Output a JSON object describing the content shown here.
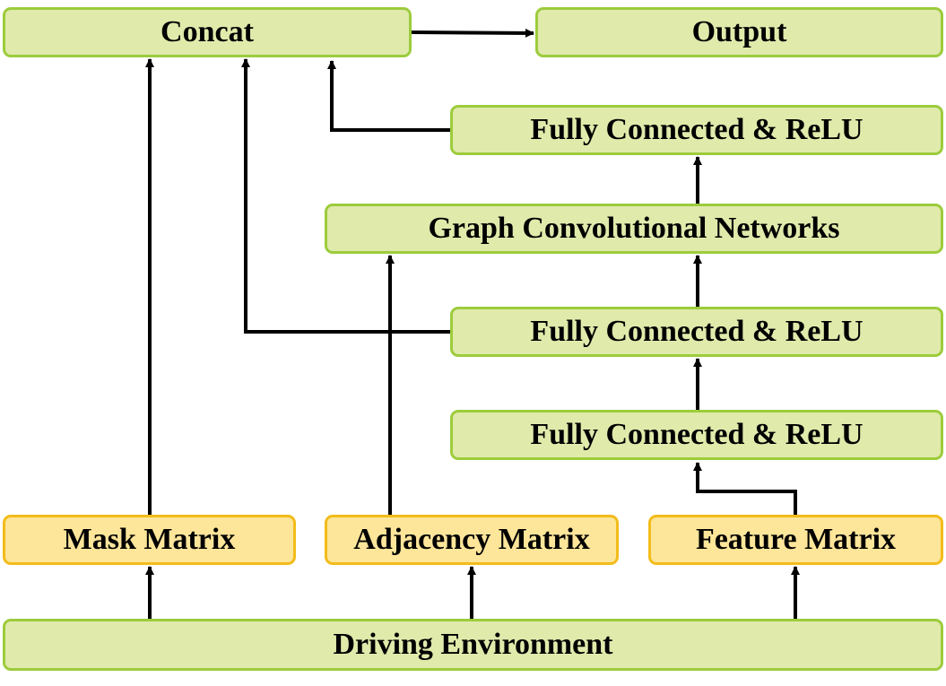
{
  "diagram": {
    "nodes": {
      "concat": "Concat",
      "output": "Output",
      "fc_top": "Fully Connected & ReLU",
      "gcn": "Graph Convolutional Networks",
      "fc_mid": "Fully Connected & ReLU",
      "fc_low": "Fully Connected & ReLU",
      "mask_matrix": "Mask Matrix",
      "adjacency_matrix": "Adjacency Matrix",
      "feature_matrix": "Feature Matrix",
      "driving_environment": "Driving Environment"
    },
    "colors": {
      "process_fill": "#e0eaab",
      "process_border": "#9ccc3c",
      "input_fill": "#fde59a",
      "input_border": "#f2bc1a",
      "connector": "#000000"
    },
    "edges": [
      {
        "from": "driving_environment",
        "to": "mask_matrix"
      },
      {
        "from": "driving_environment",
        "to": "adjacency_matrix"
      },
      {
        "from": "driving_environment",
        "to": "feature_matrix"
      },
      {
        "from": "feature_matrix",
        "to": "fc_low"
      },
      {
        "from": "fc_low",
        "to": "fc_mid"
      },
      {
        "from": "fc_mid",
        "to": "gcn"
      },
      {
        "from": "adjacency_matrix",
        "to": "gcn"
      },
      {
        "from": "gcn",
        "to": "fc_top"
      },
      {
        "from": "fc_top",
        "to": "concat"
      },
      {
        "from": "fc_mid",
        "to": "concat"
      },
      {
        "from": "mask_matrix",
        "to": "concat"
      },
      {
        "from": "concat",
        "to": "output"
      }
    ]
  }
}
